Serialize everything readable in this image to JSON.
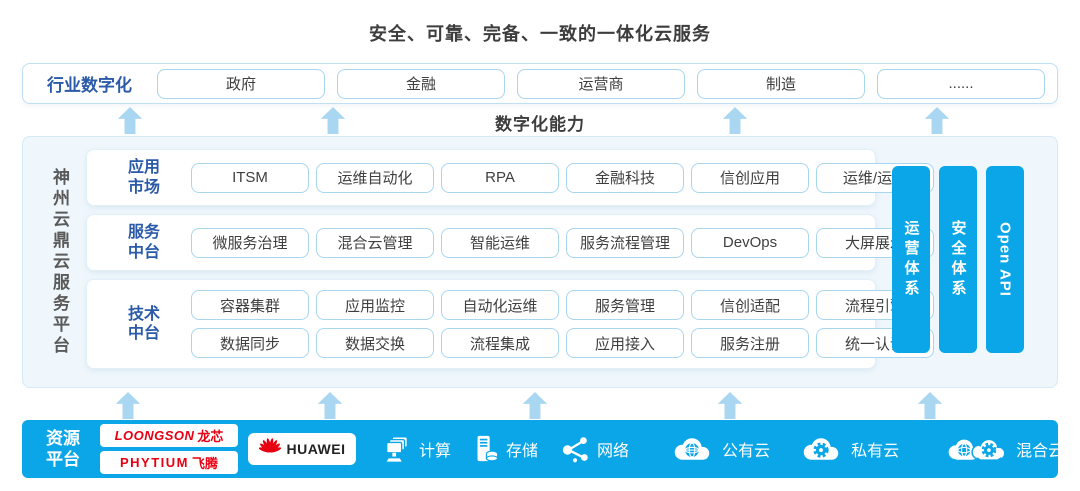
{
  "title": "安全、可靠、完备、一致的一体化云服务",
  "industry": {
    "label": "行业数字化",
    "items": [
      "政府",
      "金融",
      "运营商",
      "制造",
      "......"
    ]
  },
  "capability_label": "数字化能力",
  "platform": {
    "side_label": "神州云鼎云服务平台",
    "app_market": {
      "label": "应用\n市场",
      "items": [
        "ITSM",
        "运维自动化",
        "RPA",
        "金融科技",
        "信创应用",
        "运维/运营"
      ]
    },
    "service_mid": {
      "label": "服务\n中台",
      "items": [
        "微服务治理",
        "混合云管理",
        "智能运维",
        "服务流程管理",
        "DevOps",
        "大屏展示"
      ]
    },
    "tech_mid": {
      "label": "技术\n中台",
      "items_row1": [
        "容器集群",
        "应用监控",
        "自动化运维",
        "服务管理",
        "信创适配",
        "流程引擎"
      ],
      "items_row2": [
        "数据同步",
        "数据交换",
        "流程集成",
        "应用接入",
        "服务注册",
        "统一认证"
      ]
    },
    "pillars": [
      "运营体系",
      "安全体系",
      "Open API"
    ]
  },
  "resources": {
    "label": "资源\n平台",
    "loongson": {
      "en": "LOONGSON",
      "cn": "龙芯"
    },
    "phytium": {
      "en": "PHYTIUM",
      "cn": "飞腾"
    },
    "huawei": "HUAWEI",
    "items": [
      {
        "icon": "compute-icon",
        "label": "计算"
      },
      {
        "icon": "storage-icon",
        "label": "存储"
      },
      {
        "icon": "network-icon",
        "label": "网络"
      },
      {
        "icon": "public-cloud-icon",
        "label": "公有云"
      },
      {
        "icon": "private-cloud-icon",
        "label": "私有云"
      },
      {
        "icon": "hybrid-cloud-icon",
        "label": "混合云"
      }
    ]
  },
  "colors": {
    "accent_blue": "#0ba6e8",
    "arrow_blue": "#a9d7f2",
    "label_blue": "#2b5ba8",
    "brand_red": "#e60012",
    "text_dark": "#3d3d3d"
  }
}
